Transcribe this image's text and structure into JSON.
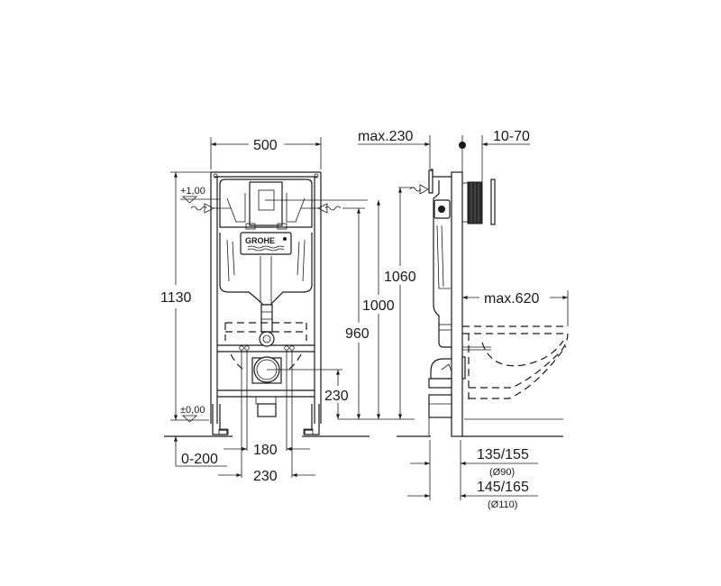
{
  "drawing": {
    "type": "technical installation drawing",
    "subject": "WC installation frame (front and side view)",
    "brand_label": "GROHE",
    "front_view": {
      "width_label": "500",
      "total_height_label": "1130",
      "level_top": "+1,00",
      "level_bottom": "±0,00",
      "height_labels": [
        "960",
        "1000",
        "1060"
      ],
      "drain_height_label": "230",
      "floor_adjust_label": "0-200",
      "bolt_spacing_inner": "180",
      "bolt_spacing_outer": "230"
    },
    "side_view": {
      "max_depth_label": "max.230",
      "button_offset_label": "10-70",
      "bowl_projection_label": "max.620",
      "pipe_90": {
        "label": "135/155",
        "diameter": "(Ø90)"
      },
      "pipe_110": {
        "label": "145/165",
        "diameter": "(Ø110)"
      }
    }
  }
}
